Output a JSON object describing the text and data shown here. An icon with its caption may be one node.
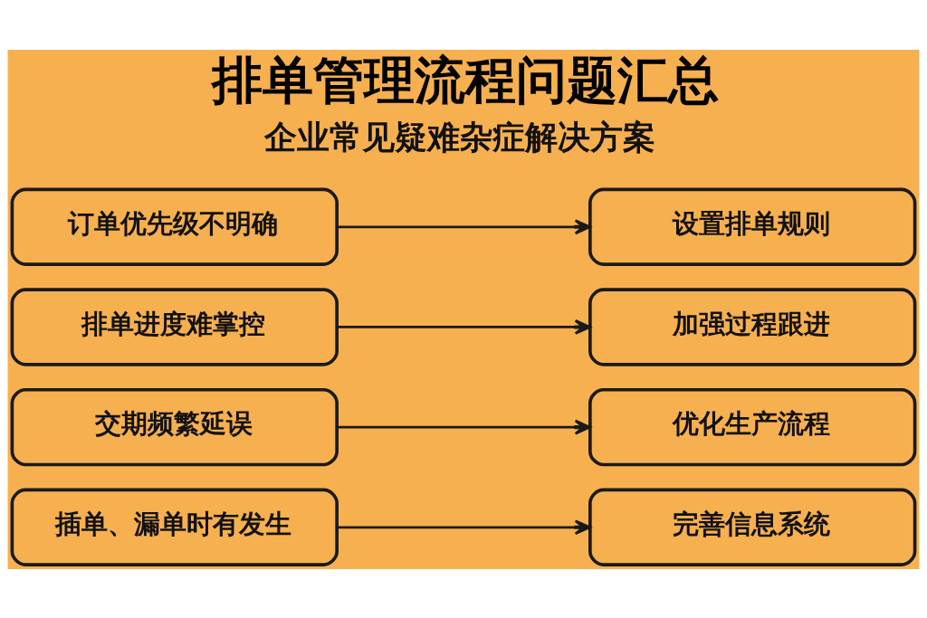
{
  "diagram": {
    "title": "排单管理流程问题汇总",
    "nodes": [
      {
        "text": [
          "订单优先级不明确"
        ]
      },
      {
        "text": [
          "设置排单规则"
        ]
      },
      {
        "text": [
          "排单进度难掌控"
        ]
      },
      {
        "text": [
          "加强过程跟进"
        ]
      },
      {
        "text": [
          "交期频繁延误"
        ]
      },
      {
        "text": [
          "优化生产流程"
        ]
      },
      {
        "text": [
          "插单、漏单时有发生"
        ]
      },
      {
        "text": [
          "完善信息系统"
        ]
      }
    ],
    "edges": [
      {
        "from": 0,
        "to": 1,
        "arrow": "to"
      },
      {
        "from": 2,
        "to": 3,
        "arrow": "to"
      },
      {
        "from": 4,
        "to": 5,
        "arrow": "to"
      },
      {
        "from": 6,
        "to": 7,
        "arrow": "to"
      }
    ],
    "labels": [
      "企业常见疑难杂症解决方案"
    ]
  }
}
